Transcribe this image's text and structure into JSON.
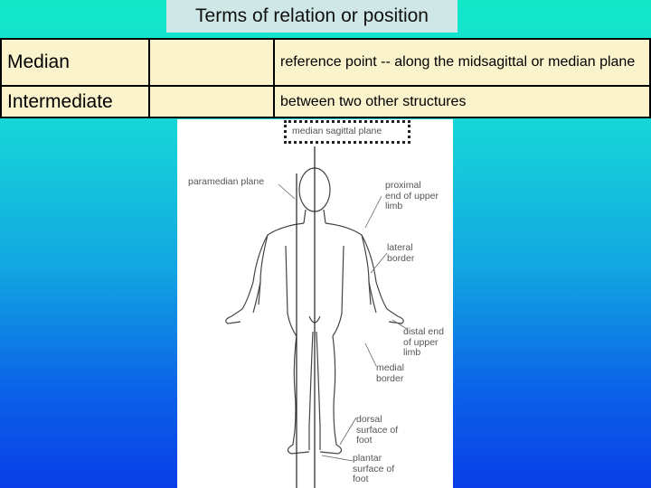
{
  "title": "Terms of relation or position",
  "rows": [
    {
      "term": "Median",
      "definition": "reference point -- along the midsagittal or median plane"
    },
    {
      "term": "Intermediate",
      "definition": "between two other structures"
    }
  ],
  "figure_labels": {
    "median_sagittal": "median sagittal plane",
    "paramedian": "paramedian plane",
    "proximal": "proximal end of upper limb",
    "lateral": "lateral border",
    "distal": "distal end of upper limb",
    "medial": "medial border",
    "dorsal": "dorsal surface of foot",
    "plantar": "plantar surface of foot"
  }
}
